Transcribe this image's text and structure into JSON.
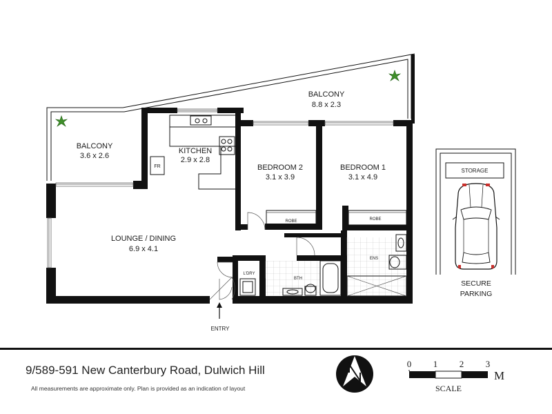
{
  "rooms": {
    "balcony_main": {
      "name": "BALCONY",
      "dims": "8.8 x 2.3"
    },
    "balcony_side": {
      "name": "BALCONY",
      "dims": "3.6 x 2.6"
    },
    "kitchen": {
      "name": "KITCHEN",
      "dims": "2.9 x 2.8"
    },
    "bedroom2": {
      "name": "BEDROOM 2",
      "dims": "3.1 x 3.9"
    },
    "bedroom1": {
      "name": "BEDROOM 1",
      "dims": "3.1 x 4.9"
    },
    "lounge": {
      "name": "LOUNGE / DINING",
      "dims": "6.9 x 4.1"
    }
  },
  "fixtures": {
    "fridge": "FR",
    "robe1": "ROBE",
    "robe2": "ROBE",
    "laundry": "L'DRY",
    "bath": "BTH",
    "ensuite": "ENS"
  },
  "parking": {
    "storage": "STORAGE",
    "line1": "SECURE",
    "line2": "PARKING"
  },
  "entry": "ENTRY",
  "scale": {
    "ticks": [
      "0",
      "1",
      "2",
      "3"
    ],
    "unit": "M",
    "label": "SCALE"
  },
  "footer": {
    "address": "9/589-591 New Canterbury Road, Dulwich Hill",
    "disclaimer": "All measurements are approximate only. Plan is provided as an indication of layout"
  },
  "colors": {
    "wall": "#111111",
    "plant": "#3f8f2a",
    "tile_line": "#bfbfbf"
  }
}
